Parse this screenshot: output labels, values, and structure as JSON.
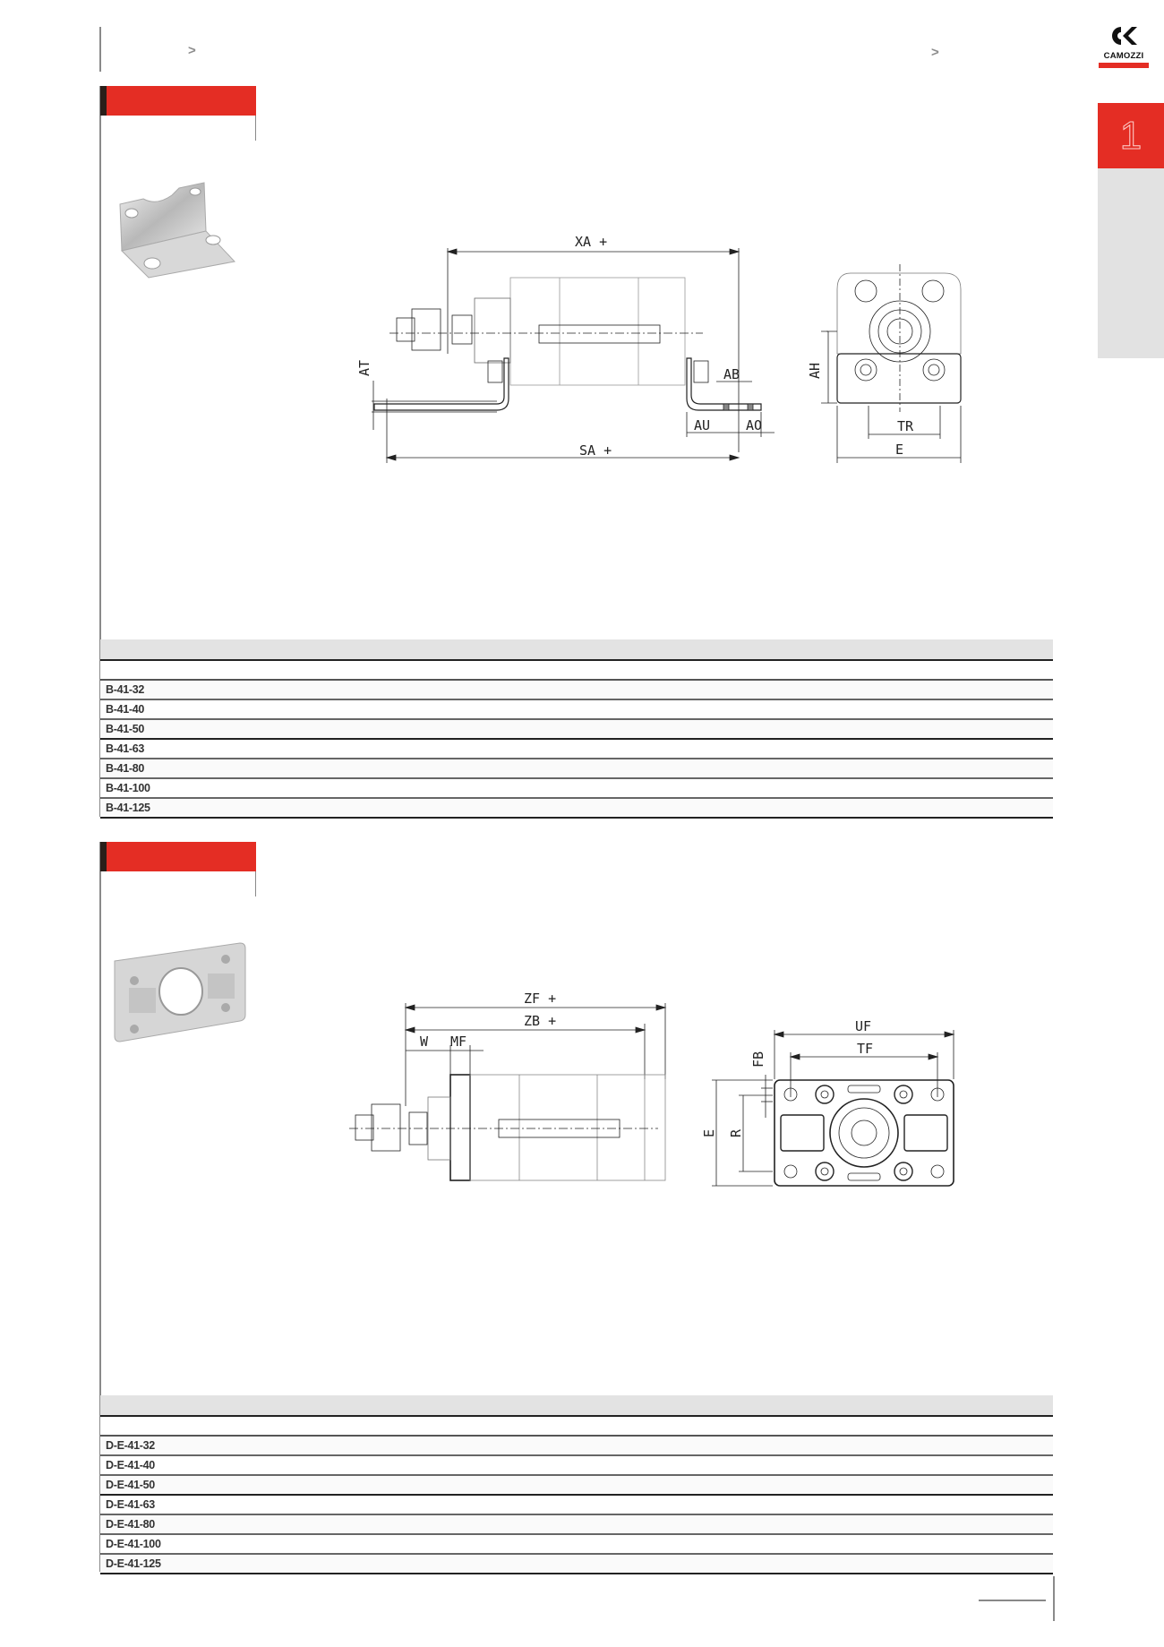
{
  "header": {
    "breadcrumb_separators": [
      ">",
      ">"
    ],
    "logo": {
      "mark": "CK",
      "text": "CAMOZZI",
      "accent": "#e42d24"
    }
  },
  "side_tab": {
    "number": "1",
    "color": "#e42d24"
  },
  "sections": [
    {
      "id": "foot-mounting",
      "title": "",
      "image": "foot-bracket-icon",
      "diagram_labels": [
        "XA +",
        "SA +",
        "AT",
        "AB",
        "AU",
        "AO",
        "AH",
        "TR",
        "E"
      ],
      "table": {
        "columns": [],
        "rows": [
          "B-41-32",
          "B-41-40",
          "B-41-50",
          "B-41-63",
          "B-41-80",
          "B-41-100",
          "B-41-125"
        ]
      }
    },
    {
      "id": "flange-mounting",
      "title": "",
      "image": "front-flange-icon",
      "diagram_labels": [
        "ZF +",
        "ZB +",
        "W",
        "MF",
        "UF",
        "TF",
        "FB",
        "E",
        "R"
      ],
      "table": {
        "columns": [],
        "rows": [
          "D-E-41-32",
          "D-E-41-40",
          "D-E-41-50",
          "D-E-41-63",
          "D-E-41-80",
          "D-E-41-100",
          "D-E-41-125"
        ]
      }
    }
  ],
  "footer": {
    "page_number": ""
  },
  "colors": {
    "brand_red": "#e42d24",
    "table_header_gray": "#e3e3e3",
    "sidebar_gray": "#e2e2e2"
  }
}
